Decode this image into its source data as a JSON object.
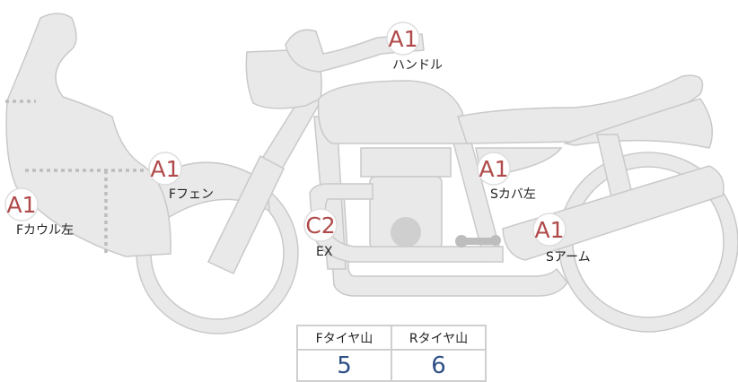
{
  "colors": {
    "body_fill": "#e9e9e9",
    "body_stroke": "#c9c9c9",
    "grade_text": "#b04a4a",
    "value_text": "#2e4f86"
  },
  "parts": [
    {
      "id": "handle",
      "grade": "A1",
      "label": "ハンドル"
    },
    {
      "id": "front-fender",
      "grade": "A1",
      "label": "Fフェン"
    },
    {
      "id": "seat-cover-left",
      "grade": "A1",
      "label": "Sカバ左"
    },
    {
      "id": "front-cowl-left",
      "grade": "A1",
      "label": "Fカウル左"
    },
    {
      "id": "exhaust",
      "grade": "C2",
      "label": "EX"
    },
    {
      "id": "swing-arm",
      "grade": "A1",
      "label": "Sアーム"
    }
  ],
  "tires": {
    "front": {
      "label": "Fタイヤ山",
      "value": "5"
    },
    "rear": {
      "label": "Rタイヤ山",
      "value": "6"
    }
  }
}
